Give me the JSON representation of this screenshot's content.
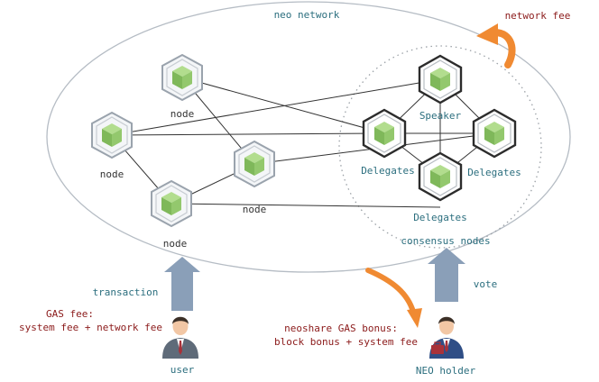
{
  "title": "neo network",
  "network_fee_label": "network fee",
  "consensus_label": "consensus nodes",
  "nodes": {
    "n1": "node",
    "n2": "node",
    "n3": "node",
    "n4": "node"
  },
  "consensus": {
    "speaker": "Speaker",
    "delegate_left": "Delegates",
    "delegate_right": "Delegates",
    "delegate_bottom": "Delegates"
  },
  "transaction_label": "transaction",
  "vote_label": "vote",
  "gas_fee": {
    "line1": "GAS fee:",
    "line2": "system fee + network fee"
  },
  "bonus": {
    "line1": "neoshare GAS bonus:",
    "line2": "block bonus + system fee"
  },
  "user_label": "user",
  "holder_label": "NEO holder",
  "colors": {
    "text_teal": "#2b6e7e",
    "text_red": "#8b1a1a",
    "orange": "#f08a32",
    "arrow_gray": "#8a9fb8",
    "cube_green": "#8fc46a"
  }
}
